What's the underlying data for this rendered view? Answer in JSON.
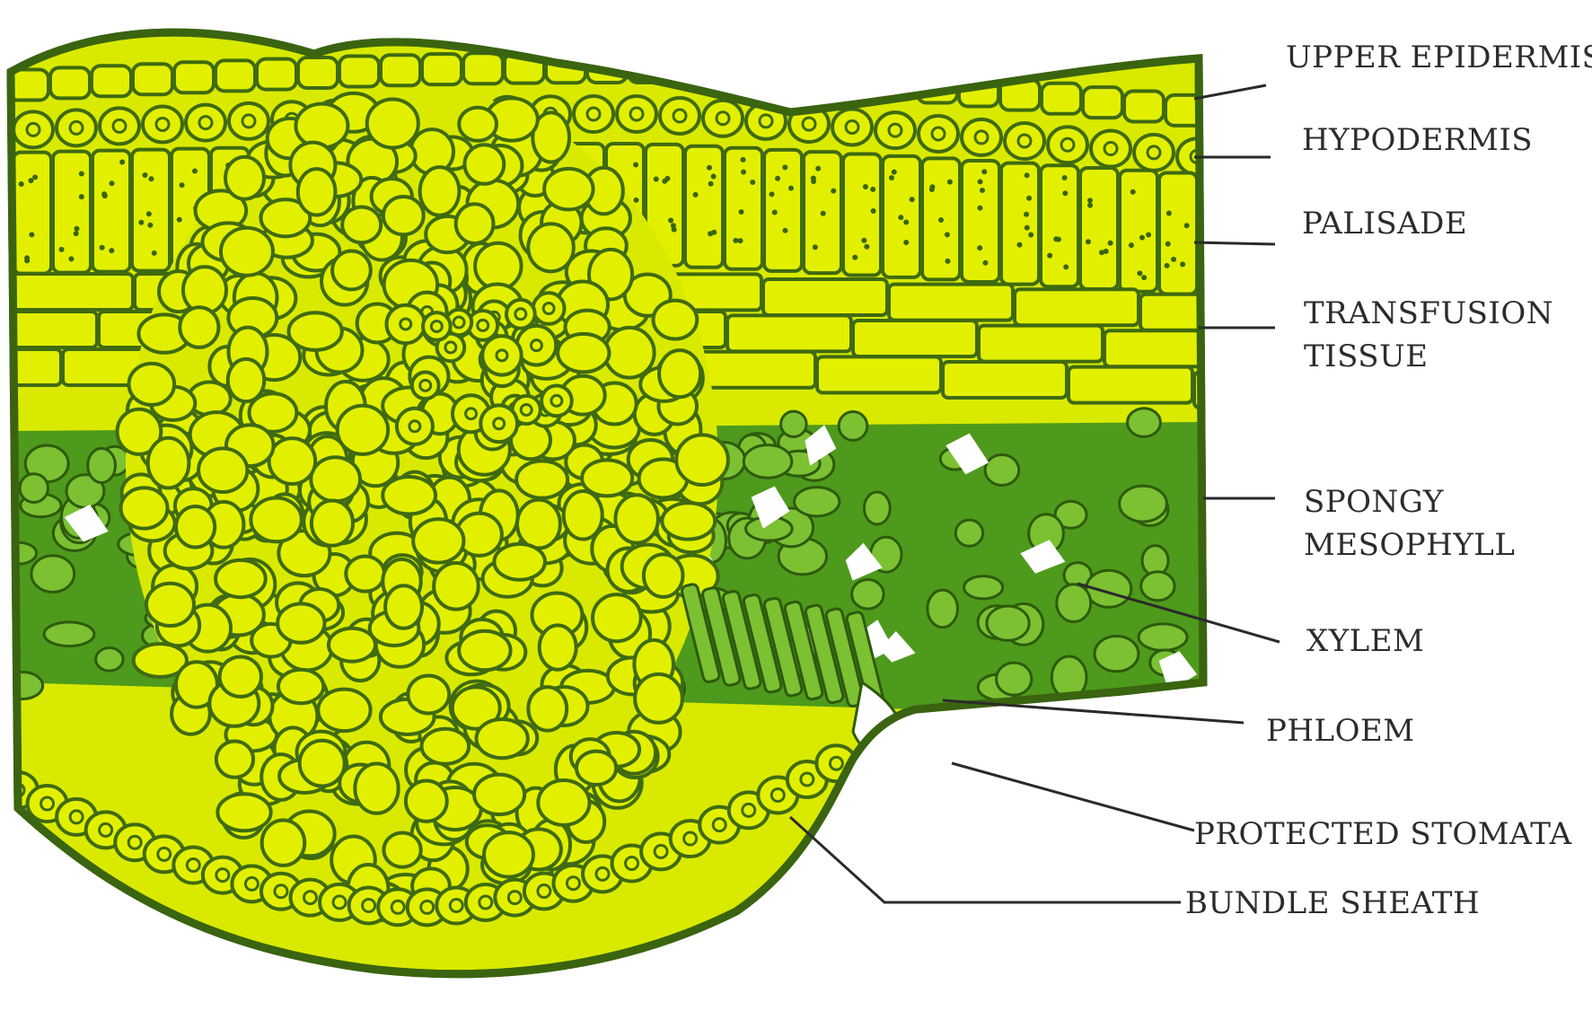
{
  "colors": {
    "cell_fill": "#e2f000",
    "cell_wall": "#3f6a10",
    "mesophyll": "#4e9a1c",
    "background": "#ffffff"
  },
  "labels": {
    "upper_epidermis": "UPPER EPIDERMIS",
    "hypodermis": "HYPODERMIS",
    "palisade": "PALISADE",
    "transfusion_1": "TRANSFUSION",
    "transfusion_2": "TISSUE",
    "spongy_1": "SPONGY",
    "spongy_2": "MESOPHYLL",
    "xylem": "XYLEM",
    "phloem": "PHLOEM",
    "stomata": "PROTECTED STOMATA",
    "bundle_sheath": "BUNDLE SHEATH"
  }
}
